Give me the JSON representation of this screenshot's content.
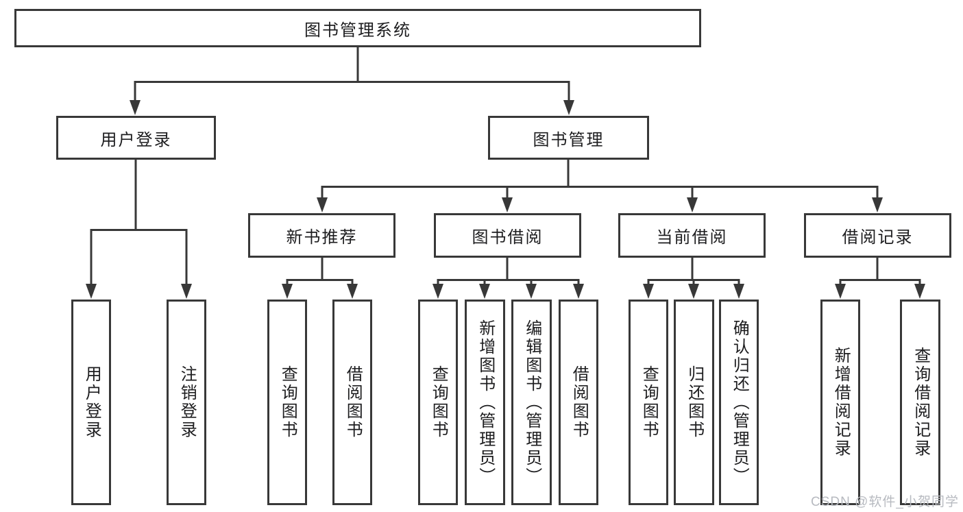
{
  "tree": {
    "label": "图书管理系统",
    "children": [
      {
        "label": "用户登录",
        "children": [
          {
            "label": "用户登录"
          },
          {
            "label": "注销登录"
          }
        ]
      },
      {
        "label": "图书管理",
        "children": [
          {
            "label": "新书推荐",
            "children": [
              {
                "label": "查询图书"
              },
              {
                "label": "借阅图书"
              }
            ]
          },
          {
            "label": "图书借阅",
            "children": [
              {
                "label": "查询图书"
              },
              {
                "label": "新增图书（管理员）"
              },
              {
                "label": "编辑图书（管理员）"
              },
              {
                "label": "借阅图书"
              }
            ]
          },
          {
            "label": "当前借阅",
            "children": [
              {
                "label": "查询图书"
              },
              {
                "label": "归还图书"
              },
              {
                "label": "确认归还（管理员）"
              }
            ]
          },
          {
            "label": "借阅记录",
            "children": [
              {
                "label": "新增借阅记录"
              },
              {
                "label": "查询借阅记录"
              }
            ]
          }
        ]
      }
    ]
  },
  "watermark": "CSDN @软件_小贺同学",
  "colors": {
    "line": "#383838",
    "node_border": "#383838",
    "node_fill": "#ffffff",
    "text": "#1d1d1f",
    "watermark": "#b7bac0",
    "background": "#ffffff"
  }
}
